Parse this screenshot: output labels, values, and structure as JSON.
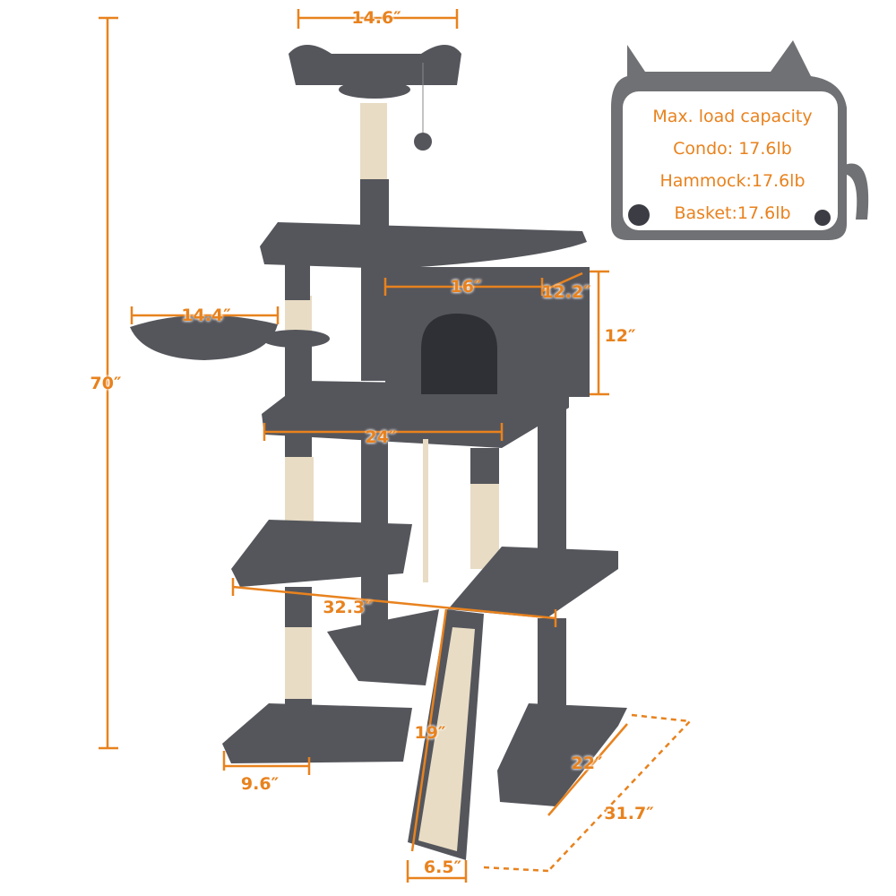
{
  "load_card": {
    "title": "Max. load capacity",
    "lines": [
      "Condo: 17.6lb",
      "Hammock:17.6lb",
      "Basket:17.6lb"
    ]
  },
  "dimensions": {
    "top_perch_width": "14.6″",
    "total_height": "70″",
    "basket_width": "14.4″",
    "condo_width": "16″",
    "condo_depth": "12.2″",
    "condo_height": "12″",
    "middle_platform_width": "24″",
    "lower_span_width": "32.3″",
    "ramp_length": "19″",
    "base_left_width": "9.6″",
    "base_right_depth": "22″",
    "overall_depth": "31.7″",
    "ramp_width": "6.5″"
  },
  "colors": {
    "accent": "#e8821e",
    "plush": "#55565c",
    "sisal": "#e8dcc4",
    "cat": "#707174"
  }
}
